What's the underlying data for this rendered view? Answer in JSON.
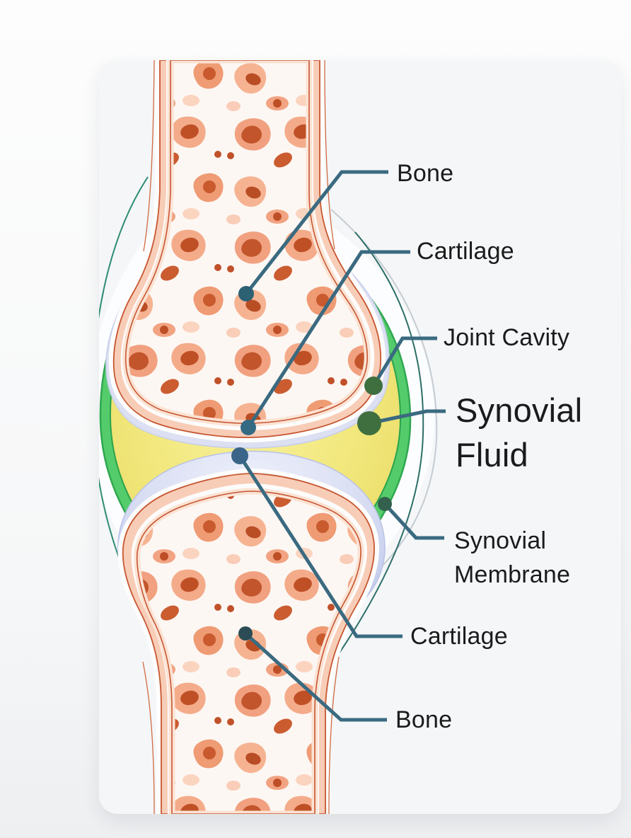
{
  "diagram": {
    "labels": [
      {
        "id": "bone-upper",
        "text": "Bone"
      },
      {
        "id": "cartilage-upper",
        "text": "Cartilage"
      },
      {
        "id": "joint-cavity",
        "text": "Joint Cavity"
      },
      {
        "id": "synovial-fluid",
        "text": "Synovial Fluid"
      },
      {
        "id": "synovial-membrane",
        "text": "Synovial Membrane"
      },
      {
        "id": "cartilage-lower",
        "text": "Cartilage"
      },
      {
        "id": "bone-lower",
        "text": "Bone"
      }
    ],
    "colors": {
      "card_background": "#f4f6f8",
      "label_text": "#1b1b1b",
      "leader_line": "#3a6a80",
      "marker_blue": "#346880",
      "marker_green": "#3f6f3f",
      "synovial_fluid_yellow": "#f0e376",
      "synovial_membrane_green": "#55cc6b",
      "cartilage_lavender": "#ccd3ee",
      "bone_cortical_peach": "#f8cdb7",
      "bone_outline_orange": "#c75631",
      "trabecular_orange": "#c2552b"
    }
  }
}
